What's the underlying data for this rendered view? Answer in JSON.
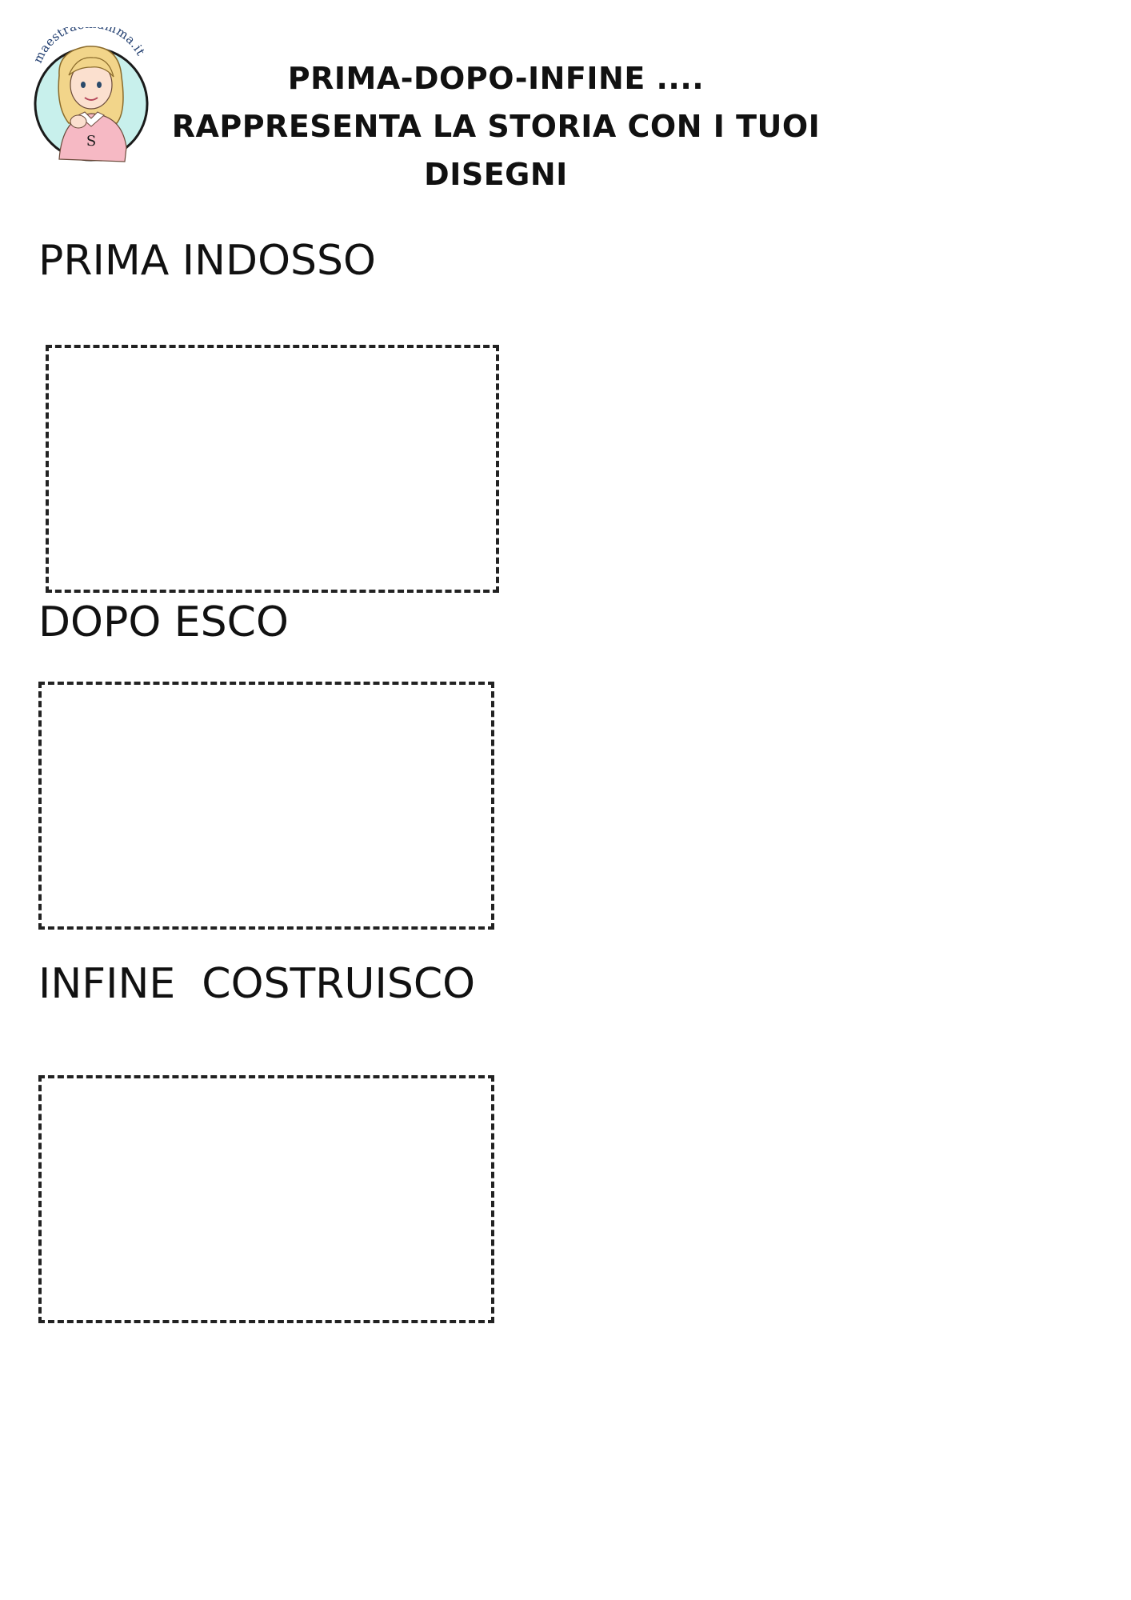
{
  "logo": {
    "text": "maestraemamma.it",
    "badge_letter": "S",
    "colors": {
      "circle": "#c8f0ec",
      "hair": "#f2d58a",
      "sweater": "#f6b9c4",
      "skin": "#fbe0cf"
    }
  },
  "title": {
    "line1": "PRIMA-DOPO-INFINE ....",
    "line2": "RAPPRESENTA LA STORIA CON I TUOI",
    "line3": "DISEGNI"
  },
  "sections": [
    {
      "label": "PRIMA INDOSSO"
    },
    {
      "label": "DOPO ESCO"
    },
    {
      "label": "INFINE  COSTRUISCO"
    }
  ]
}
